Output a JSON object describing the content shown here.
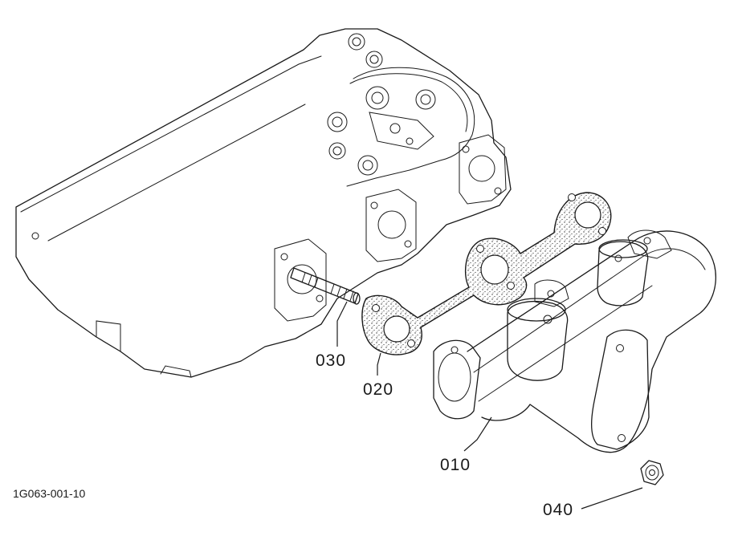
{
  "diagram": {
    "drawing_code": "1G063-001-10",
    "callouts": [
      {
        "id": "010"
      },
      {
        "id": "020"
      },
      {
        "id": "030"
      },
      {
        "id": "040"
      }
    ]
  }
}
